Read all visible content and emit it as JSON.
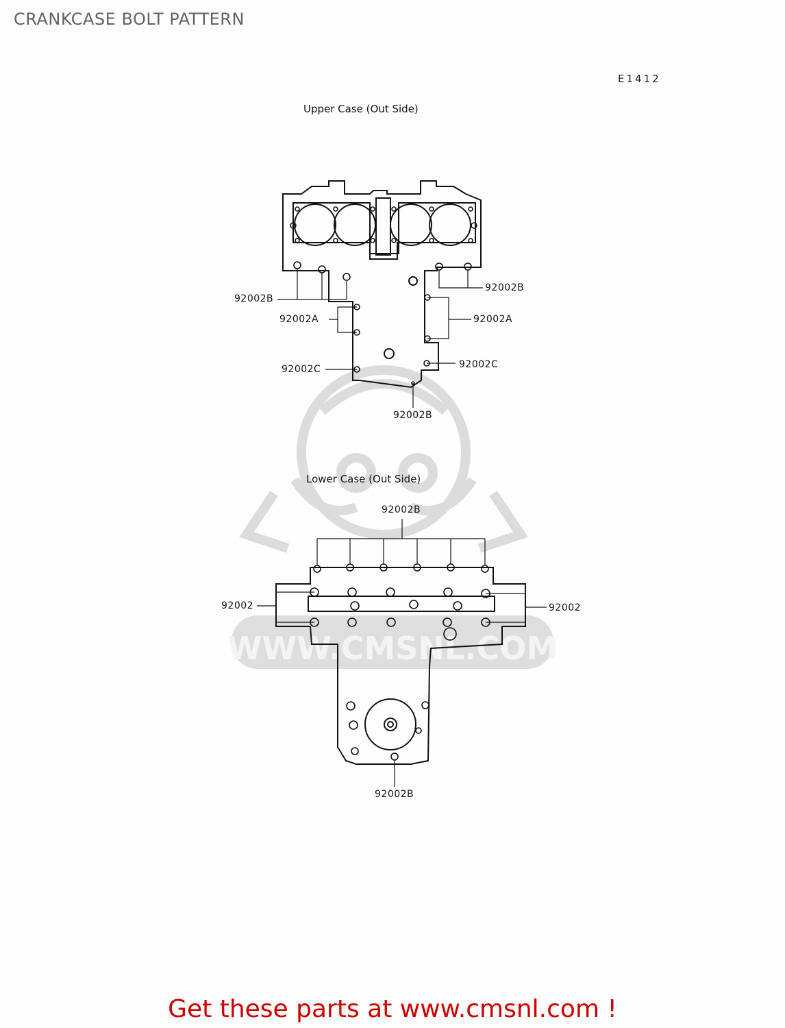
{
  "page": {
    "title": "CRANKCASE BOLT PATTERN",
    "diagram_code": "E1412"
  },
  "upper_case": {
    "label": "Upper Case (Out Side)",
    "callouts": [
      {
        "id": "ul-b",
        "text": "92002B"
      },
      {
        "id": "ur-b",
        "text": "92002B"
      },
      {
        "id": "l-a",
        "text": "92002A"
      },
      {
        "id": "r-a",
        "text": "92002A"
      },
      {
        "id": "l-c",
        "text": "92002C"
      },
      {
        "id": "r-c",
        "text": "92002C"
      },
      {
        "id": "bottom-b",
        "text": "92002B"
      }
    ]
  },
  "lower_case": {
    "label": "Lower Case (Out Side)",
    "callouts": [
      {
        "id": "top-b",
        "text": "92002B"
      },
      {
        "id": "left",
        "text": "92002"
      },
      {
        "id": "right",
        "text": "92002"
      },
      {
        "id": "bottom-b",
        "text": "92002B"
      }
    ]
  },
  "watermark": {
    "text": "WWW.CMSNL.COM",
    "color": "#d9d9d9"
  },
  "footer": {
    "text": "Get these parts at www.cmsnl.com !",
    "color": "#cc0000"
  }
}
